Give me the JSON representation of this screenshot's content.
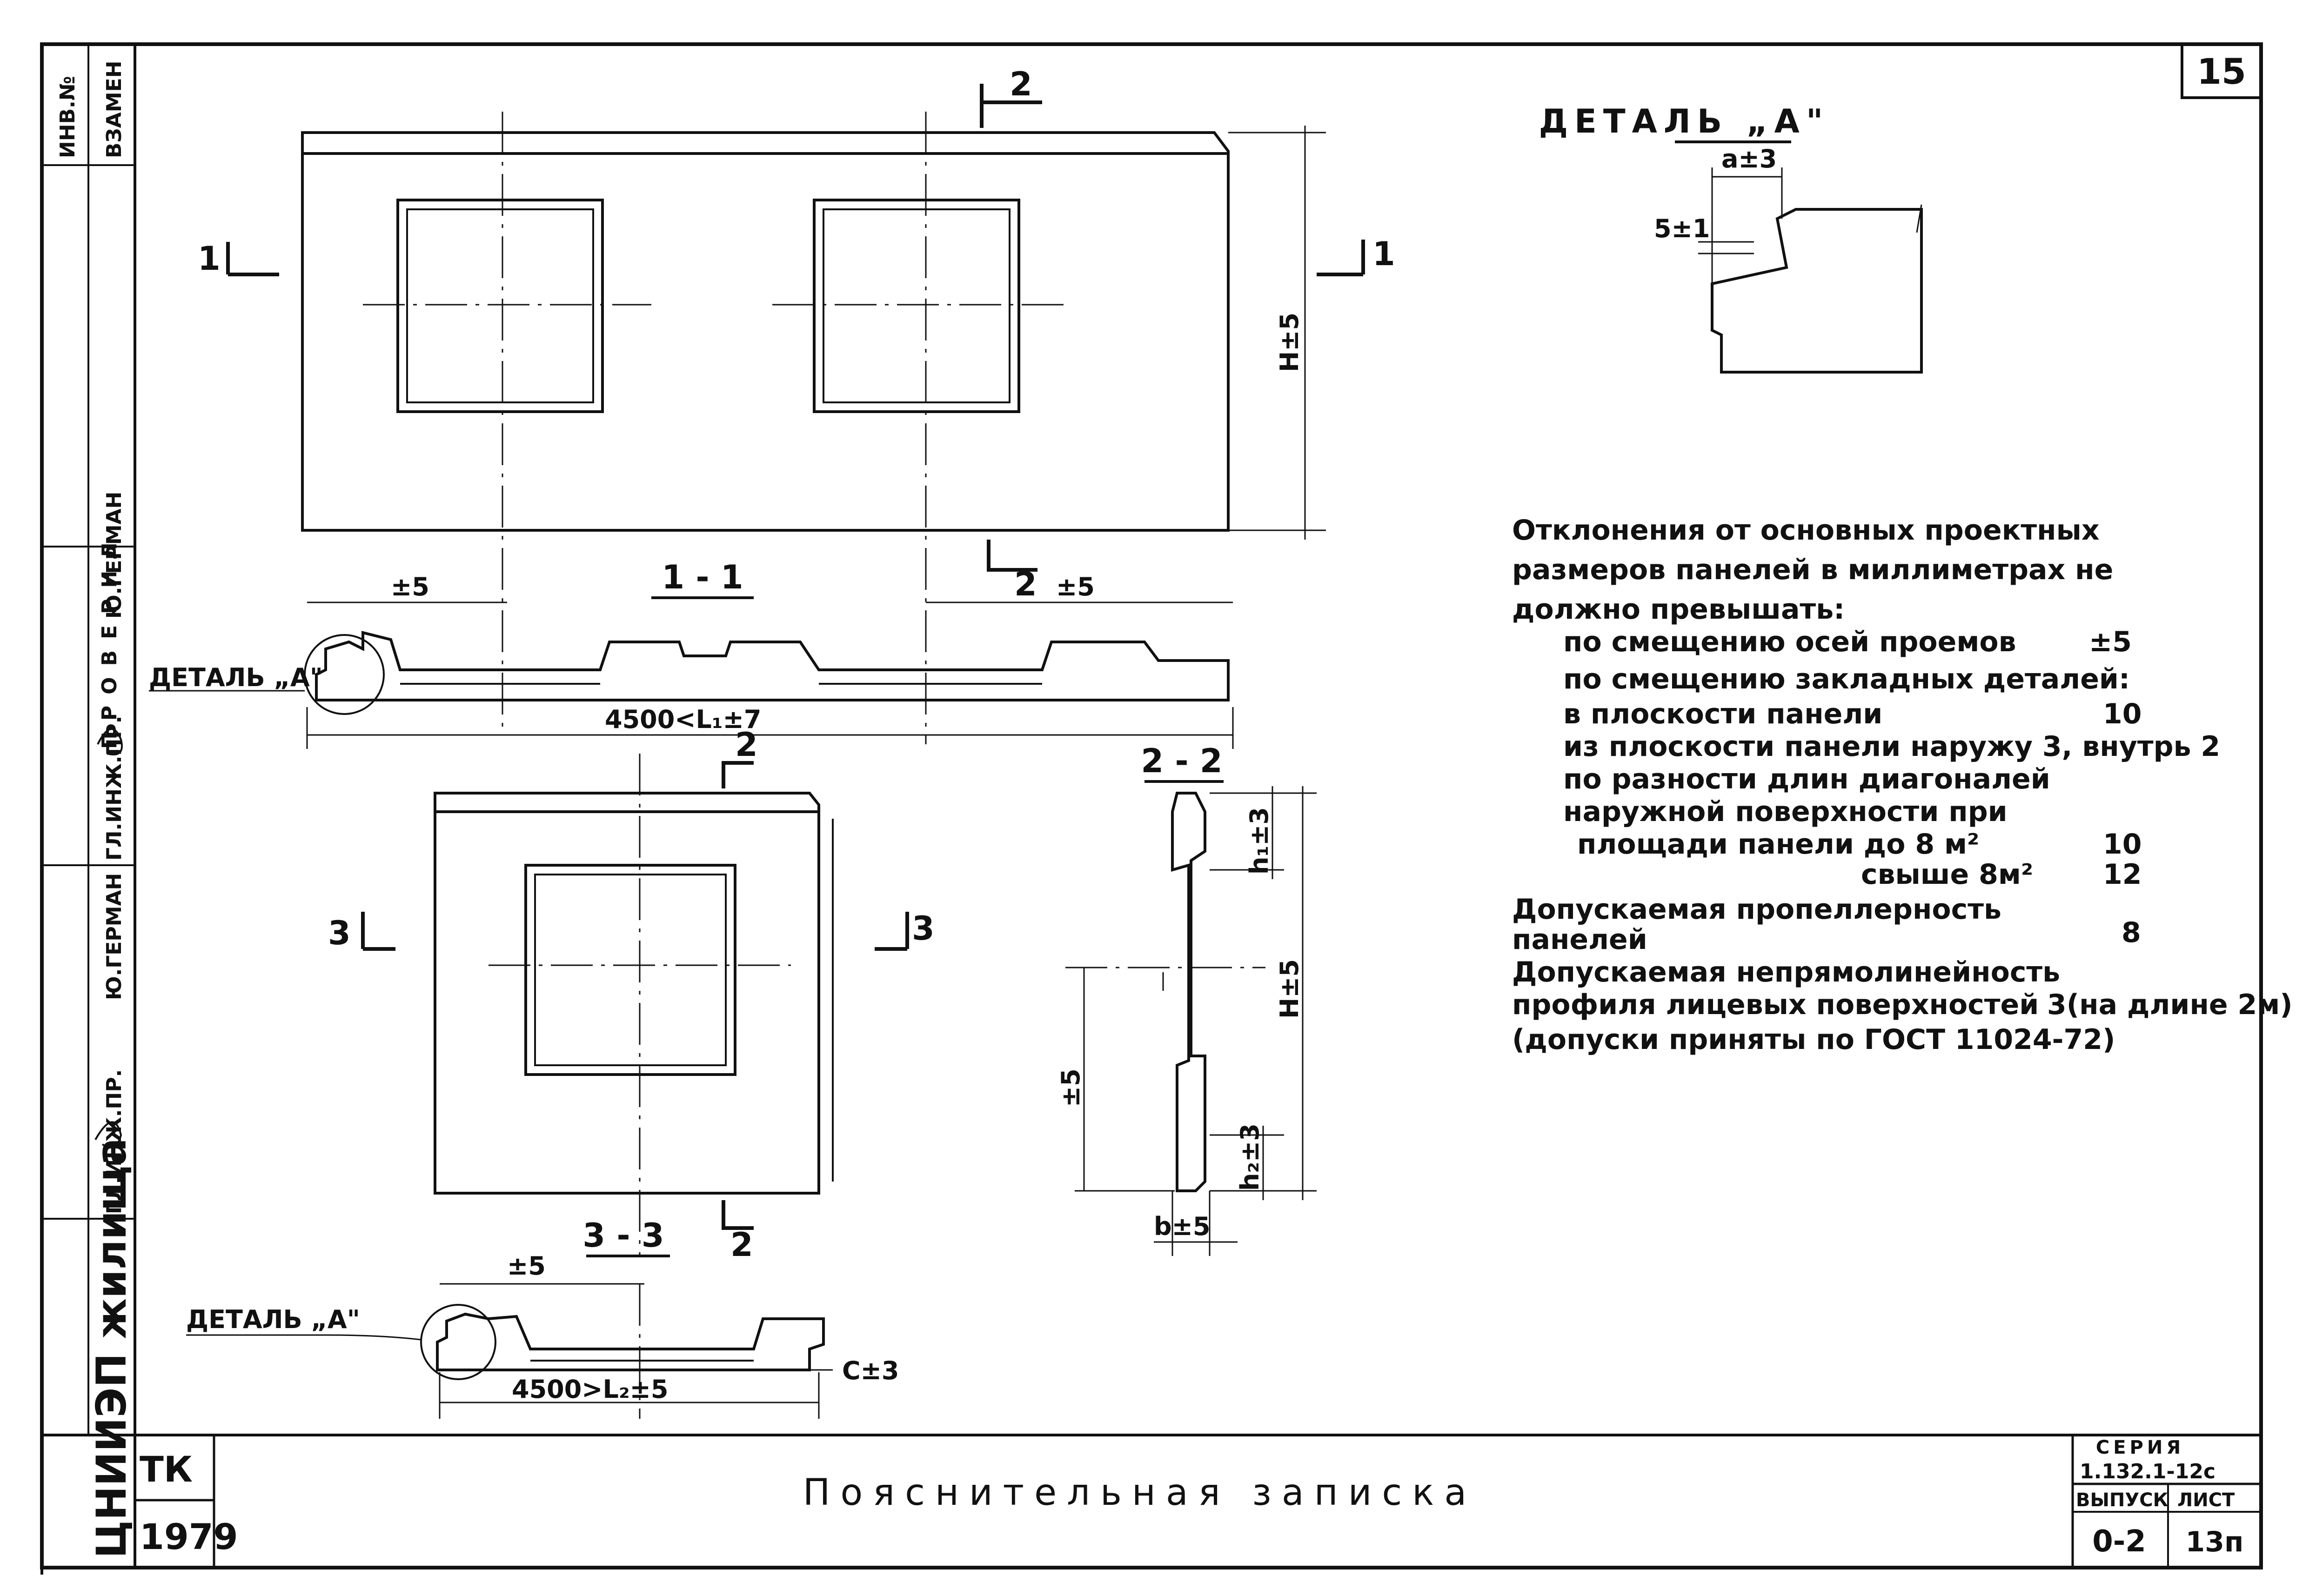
{
  "sheet": {
    "page_number": "15",
    "stamp_code": "ТК",
    "stamp_year": "1979",
    "title": "Пояснительная записка",
    "series_label": "СЕРИЯ",
    "series_value": "1.132.1-12с",
    "issue_label": "ВЫПУСК",
    "issue_value": "0-2",
    "list_label": "ЛИСТ",
    "list_value": "13п"
  },
  "side_block": {
    "inv_no": "ИНВ.№",
    "vzamen": "ВЗАМЕН",
    "checked": "ПРОВЕРИЛ",
    "checked_name": "Ю.ГЕРМАН",
    "chief_eng": "ГЛ.ИНЖ.ПР.",
    "name_2": "Ю.ГЕРМАН",
    "chief_eng_2": "ГЛ.ИНЖ.ПР.",
    "org": "ЦНИИЭП жилища"
  },
  "drawing": {
    "section_mark_1": "1",
    "section_mark_2": "2",
    "section_mark_3": "3",
    "section_1_title": "1 - 1",
    "section_2_title": "2 - 2",
    "section_3_title": "3 - 3",
    "detail_label": "ДЕТАЛЬ „А\"",
    "detail_title": "ДЕТАЛЬ „А\"",
    "dim_h": "H±5",
    "dim_pm5": "±5",
    "dim_l1": "4500<L₁±7",
    "dim_l2": "4500>L₂±5",
    "dim_c": "С±3",
    "dim_h1": "h₁±3",
    "dim_h2": "h₂±3",
    "dim_b": "b±5",
    "dim_a": "а±3",
    "dim_5": "5±1"
  },
  "notes": {
    "heading_1": "Отклонения от основных проектных",
    "heading_2": "размеров панелей в миллиметрах не",
    "heading_3": "должно превышать:",
    "row_1": "по смещению осей проемов",
    "row_1_value": "±5",
    "row_2": "по смещению закладных деталей:",
    "row_3": "в плоскости панели",
    "row_3_value": "10",
    "row_4": "из плоскости панели наружу 3, внутрь 2",
    "row_5": "по разности длин диагоналей",
    "row_6": "наружной поверхности при",
    "row_7": "площади панели до 8 м²",
    "row_7_value": "10",
    "row_8": "свыше 8м²",
    "row_8_value": "12",
    "row_9": "Допускаемая пропеллерность",
    "row_10": "панелей",
    "row_10_value": "8",
    "row_11": "Допускаемая непрямолинейность",
    "row_12": "профиля лицевых поверхностей",
    "row_12_value": "3(на длине 2м)",
    "row_13": "(допуски приняты по ГОСТ 11024-72)"
  }
}
